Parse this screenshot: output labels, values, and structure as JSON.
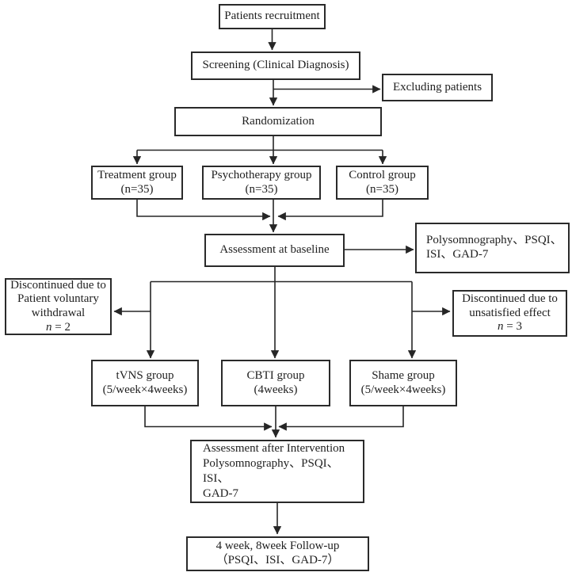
{
  "flowchart": {
    "description": "Patient recruitment and intervention flow diagram",
    "colors": {
      "line": "#262626",
      "text": "#1f1f1f",
      "background": "#ffffff"
    },
    "boxes": {
      "patients_recruitment": {
        "text": "Patients recruitment"
      },
      "screening": {
        "text": "Screening (Clinical Diagnosis)"
      },
      "excluding_patients": {
        "text": "Excluding patients"
      },
      "randomization": {
        "text": "Randomization"
      },
      "treatment_group": {
        "text": "Treatment group\n(n=35)"
      },
      "psychotherapy_group": {
        "text": "Psychotherapy group\n(n=35)"
      },
      "control_group": {
        "text": "Control group\n(n=35)"
      },
      "assessment_baseline": {
        "text": "Assessment at baseline"
      },
      "baseline_measures": {
        "text": "Polysomnography、PSQI、\nISI、GAD-7"
      },
      "discontinued_withdrawal": {
        "lines": "Discontinued due to\nPatient voluntary\nwithdrawal",
        "n_var": "n",
        "n_rest": " = 2"
      },
      "discontinued_unsatisfied": {
        "lines": "Discontinued due to\nunsatisfied effect",
        "n_var": "n",
        "n_rest": " = 3"
      },
      "tvns_group": {
        "text": "tVNS group\n(5/week×4weeks)"
      },
      "cbti_group": {
        "text": "CBTI group\n(4weeks)"
      },
      "shame_group": {
        "text": "Shame group\n(5/week×4weeks)"
      },
      "assessment_after": {
        "text": "Assessment after Intervention\nPolysomnography、PSQI、ISI、\nGAD-7"
      },
      "followup": {
        "text": "4 week, 8week Follow-up\n（PSQI、ISI、GAD-7）"
      }
    }
  }
}
